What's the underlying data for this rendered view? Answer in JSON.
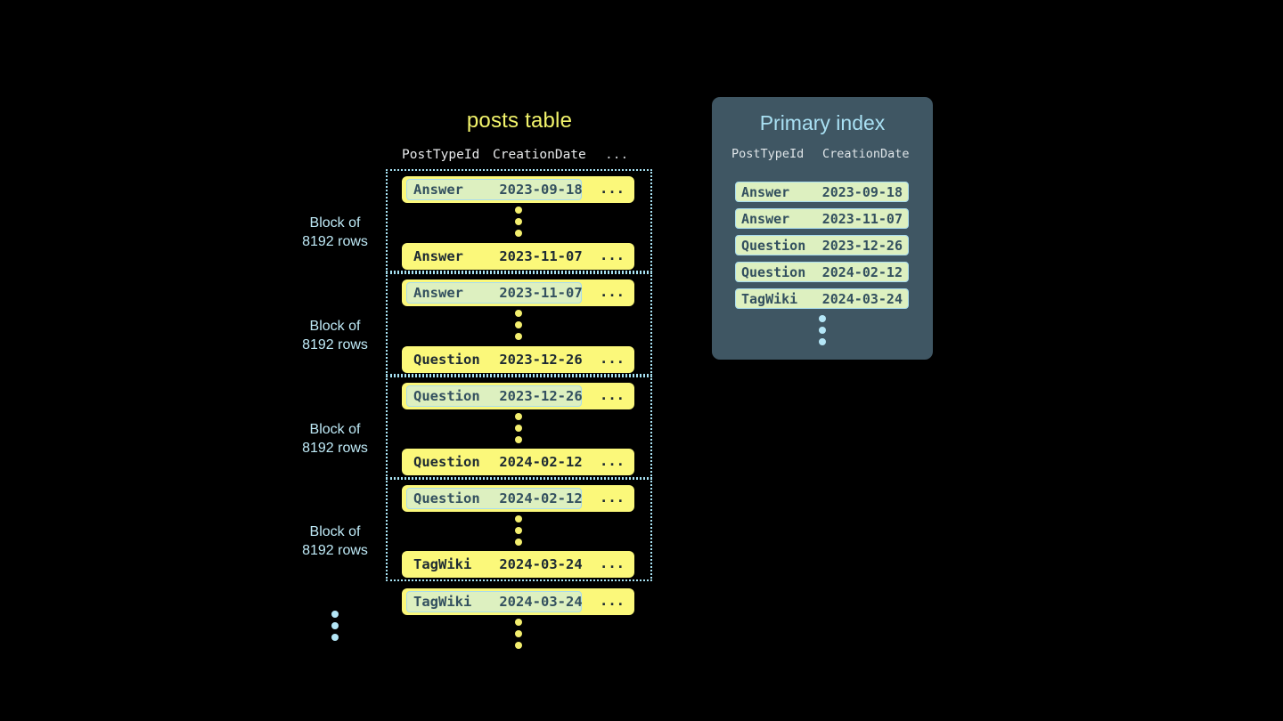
{
  "posts_table": {
    "title": "posts table",
    "columns": [
      "PostTypeId",
      "CreationDate",
      "..."
    ],
    "block_label_line1": "Block of",
    "block_label_line2": "8192 rows",
    "rest_cell": "...",
    "blocks": [
      {
        "label_line1": "Block of",
        "label_line2": "8192 rows",
        "first_row": {
          "post_type_id": "Answer",
          "creation_date": "2023-09-18",
          "rest": "...",
          "highlighted": true
        },
        "last_row": {
          "post_type_id": "Answer",
          "creation_date": "2023-11-07",
          "rest": "...",
          "highlighted": false
        }
      },
      {
        "label_line1": "Block of",
        "label_line2": "8192 rows",
        "first_row": {
          "post_type_id": "Answer",
          "creation_date": "2023-11-07",
          "rest": "...",
          "highlighted": true
        },
        "last_row": {
          "post_type_id": "Question",
          "creation_date": "2023-12-26",
          "rest": "...",
          "highlighted": false
        }
      },
      {
        "label_line1": "Block of",
        "label_line2": "8192 rows",
        "first_row": {
          "post_type_id": "Question",
          "creation_date": "2023-12-26",
          "rest": "...",
          "highlighted": true
        },
        "last_row": {
          "post_type_id": "Question",
          "creation_date": "2024-02-12",
          "rest": "...",
          "highlighted": false
        }
      },
      {
        "label_line1": "Block of",
        "label_line2": "8192 rows",
        "first_row": {
          "post_type_id": "Question",
          "creation_date": "2024-02-12",
          "rest": "...",
          "highlighted": true
        },
        "last_row": {
          "post_type_id": "TagWiki",
          "creation_date": "2024-03-24",
          "rest": "...",
          "highlighted": false
        }
      }
    ],
    "trailing_row": {
      "post_type_id": "TagWiki",
      "creation_date": "2024-03-24",
      "rest": "...",
      "highlighted": true
    }
  },
  "primary_index": {
    "title": "Primary index",
    "columns": [
      "PostTypeId",
      "CreationDate"
    ],
    "rows": [
      {
        "post_type_id": "Answer",
        "creation_date": "2023-09-18"
      },
      {
        "post_type_id": "Answer",
        "creation_date": "2023-11-07"
      },
      {
        "post_type_id": "Question",
        "creation_date": "2023-12-26"
      },
      {
        "post_type_id": "Question",
        "creation_date": "2024-02-12"
      },
      {
        "post_type_id": "TagWiki",
        "creation_date": "2024-03-24"
      }
    ]
  },
  "colors": {
    "background": "#000000",
    "row_yellow": "#fbf87a",
    "highlight_green": "#ddf0c0",
    "highlight_border": "#a9dced",
    "block_outline": "#a9e4f5",
    "panel_bg": "#3f5663",
    "panel_title": "#a9e0f3",
    "posts_title": "#f2f36b",
    "block_label": "#bfeaf7",
    "dot_yellow": "#f3ee6e",
    "dot_blue": "#b4e6f7",
    "text_dark": "#1d2a33"
  }
}
